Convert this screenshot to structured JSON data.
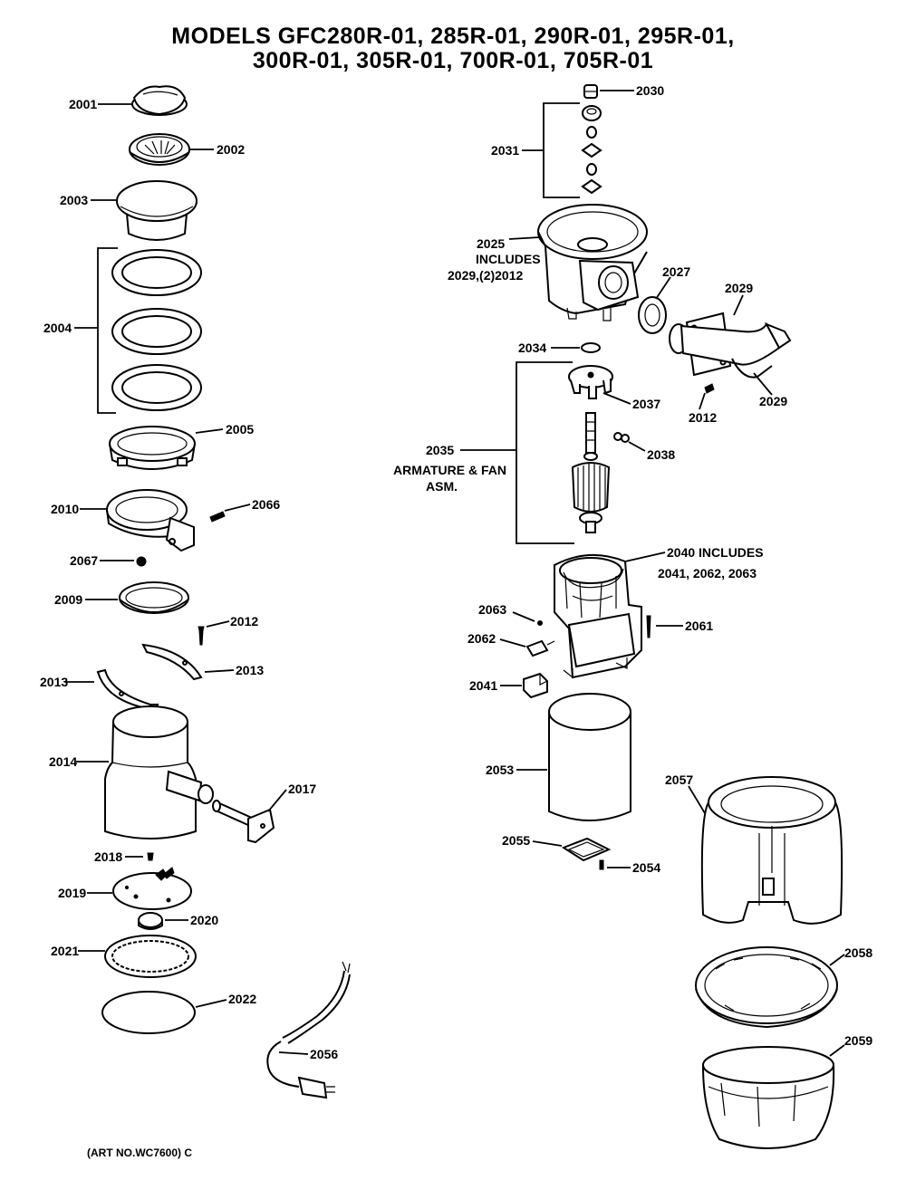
{
  "title": {
    "line1": "MODELS GFC280R-01, 285R-01, 290R-01, 295R-01,",
    "line2": "300R-01, 305R-01, 700R-01, 705R-01"
  },
  "labels": {
    "p2001": "2001",
    "p2002": "2002",
    "p2003": "2003",
    "p2004": "2004",
    "p2005": "2005",
    "p2010": "2010",
    "p2066": "2066",
    "p2067": "2067",
    "p2009": "2009",
    "p2012a": "2012",
    "p2013a": "2013",
    "p2013b": "2013",
    "p2014": "2014",
    "p2017": "2017",
    "p2018": "2018",
    "p2019": "2019",
    "p2020": "2020",
    "p2021": "2021",
    "p2022": "2022",
    "p2056": "2056",
    "p2030": "2030",
    "p2031": "2031",
    "p2025": "2025",
    "p2025_inc": "INCLUDES",
    "p2025_list": "2029,(2)2012",
    "p2027": "2027",
    "p2029a": "2029",
    "p2029b": "2029",
    "p2012b": "2012",
    "p2034": "2034",
    "p2037": "2037",
    "p2038": "2038",
    "p2035": "2035",
    "p2035_desc1": "ARMATURE & FAN",
    "p2035_desc2": "ASM.",
    "p2040": "2040 INCLUDES",
    "p2040_list": "2041, 2062, 2063",
    "p2063": "2063",
    "p2061": "2061",
    "p2062": "2062",
    "p2041": "2041",
    "p2053": "2053",
    "p2057": "2057",
    "p2055": "2055",
    "p2054": "2054",
    "p2058": "2058",
    "p2059": "2059"
  },
  "footer": {
    "art_no": "(ART NO.WC7600) C"
  }
}
